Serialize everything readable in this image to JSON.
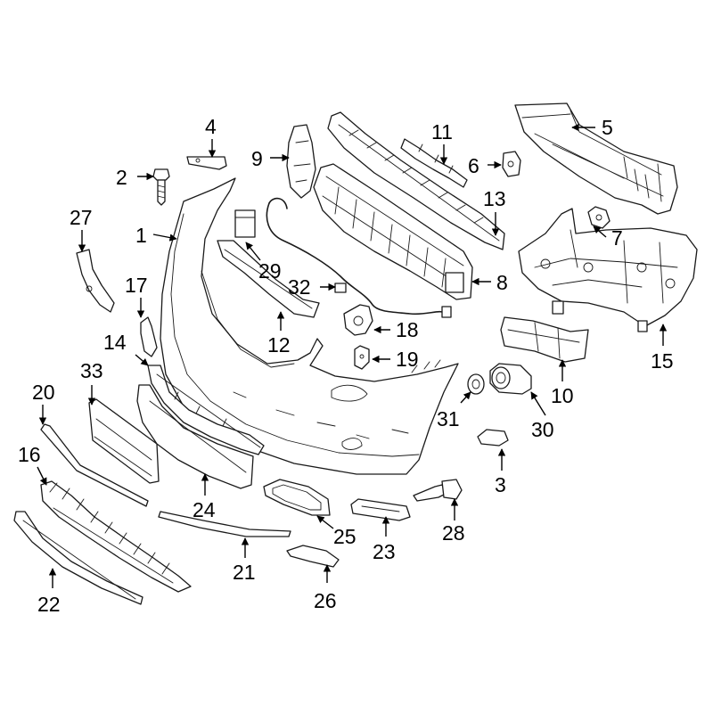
{
  "callouts": {
    "c1": "1",
    "c2": "2",
    "c3": "3",
    "c4": "4",
    "c5": "5",
    "c6": "6",
    "c7": "7",
    "c8": "8",
    "c9": "9",
    "c10": "10",
    "c11": "11",
    "c12": "12",
    "c13": "13",
    "c14": "14",
    "c15": "15",
    "c16": "16",
    "c17": "17",
    "c18": "18",
    "c19": "19",
    "c20": "20",
    "c21": "21",
    "c22": "22",
    "c23": "23",
    "c24": "24",
    "c25": "25",
    "c26": "26",
    "c27": "27",
    "c28": "28",
    "c29": "29",
    "c30": "30",
    "c31": "31",
    "c32": "32",
    "c33": "33"
  },
  "colors": {
    "line": "#1a1a1a",
    "background": "#ffffff",
    "text": "#000000"
  }
}
